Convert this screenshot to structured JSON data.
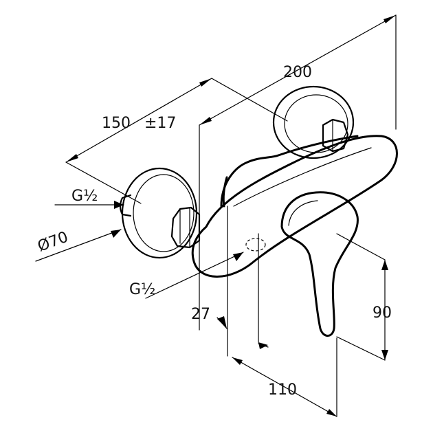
{
  "drawing": {
    "dimensions": {
      "d200": "200",
      "d150": "150",
      "d17": "±17",
      "g_top": "G½",
      "d70": "Ø70",
      "g_bottom": "G½",
      "d27": "27",
      "d110": "110",
      "d90": "90"
    },
    "line_color": "#000000",
    "background": "#ffffff"
  }
}
